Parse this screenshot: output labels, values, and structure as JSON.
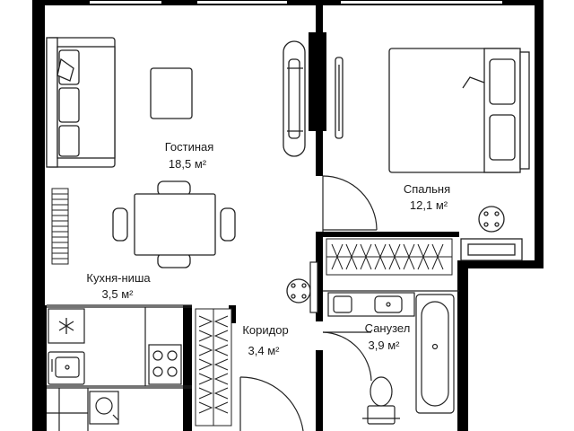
{
  "rooms": {
    "living": {
      "name": "Гостиная",
      "area": "18,5 м²"
    },
    "bedroom": {
      "name": "Спальня",
      "area": "12,1 м²"
    },
    "kitchen": {
      "name": "Кухня-ниша",
      "area": "3,5 м²"
    },
    "corridor": {
      "name": "Коридор",
      "area": "3,4 м²"
    },
    "bathroom": {
      "name": "Санузел",
      "area": "3,9 м²"
    }
  },
  "icons": {
    "snowflake": "snowflake-icon",
    "sink": "sink-icon",
    "stove": "stove-icon",
    "bathtub": "bathtub-icon",
    "toilet": "toilet-icon",
    "washer": "washing-machine-icon"
  }
}
